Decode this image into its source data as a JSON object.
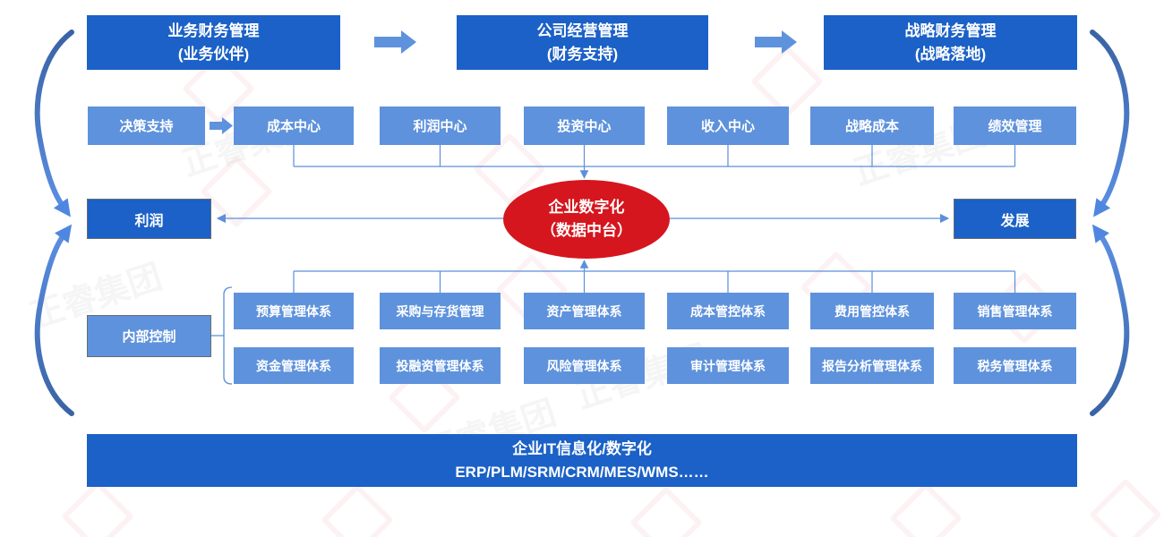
{
  "top_row": [
    {
      "line1": "业务财务管理",
      "line2": "(业务伙伴)"
    },
    {
      "line1": "公司经营管理",
      "line2": "(财务支持)"
    },
    {
      "line1": "战略财务管理",
      "line2": "(战略落地)"
    }
  ],
  "decision_support": "决策支持",
  "centers": [
    "成本中心",
    "利润中心",
    "投资中心",
    "收入中心",
    "战略成本",
    "绩效管理"
  ],
  "profit_box": "利润",
  "development_box": "发展",
  "core_ellipse": {
    "line1": "企业数字化",
    "line2": "（数据中台）"
  },
  "internal_control": "内部控制",
  "systems_row1": [
    "预算管理体系",
    "采购与存货管理",
    "资产管理体系",
    "成本管控体系",
    "费用管控体系",
    "销售管理体系"
  ],
  "systems_row2": [
    "资金管理体系",
    "投融资管理体系",
    "风险管理体系",
    "审计管理体系",
    "报告分析管理体系",
    "税务管理体系"
  ],
  "bottom_bar": {
    "line1": "企业IT信息化/数字化",
    "line2": "ERP/PLM/SRM/CRM/MES/WMS……"
  },
  "watermark_text": "正睿集团",
  "colors": {
    "primary_blue": "#1b61c7",
    "light_blue": "#5e92dc",
    "accent_red": "#d5161e",
    "connector_blue": "#5b8fdb"
  }
}
